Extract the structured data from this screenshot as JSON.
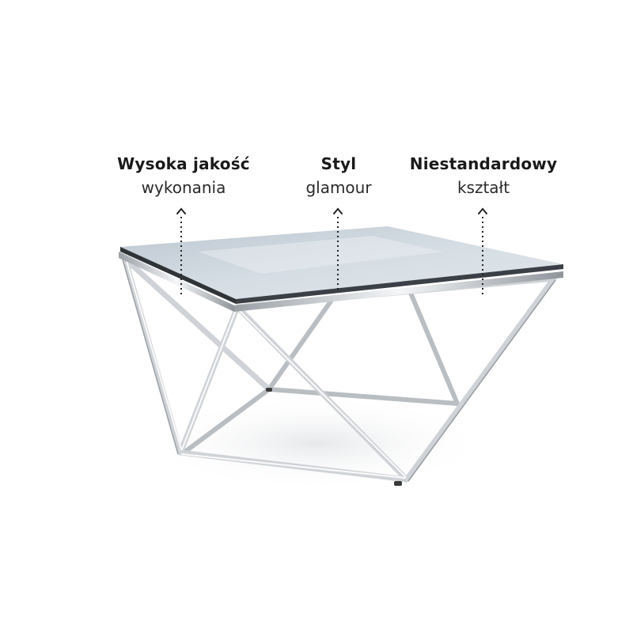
{
  "features": [
    {
      "title": "Wysoka jakość",
      "subtitle": "wykonania"
    },
    {
      "title": "Styl",
      "subtitle": "glamour"
    },
    {
      "title": "Niestandardowy",
      "subtitle": "kształt"
    }
  ],
  "product": {
    "icon": "glass-coffee-table-icon",
    "frame_color": "#c8ccd0",
    "glass_color": "#c9d2da"
  },
  "pointer_icon": "dotted-arrow-up-icon"
}
